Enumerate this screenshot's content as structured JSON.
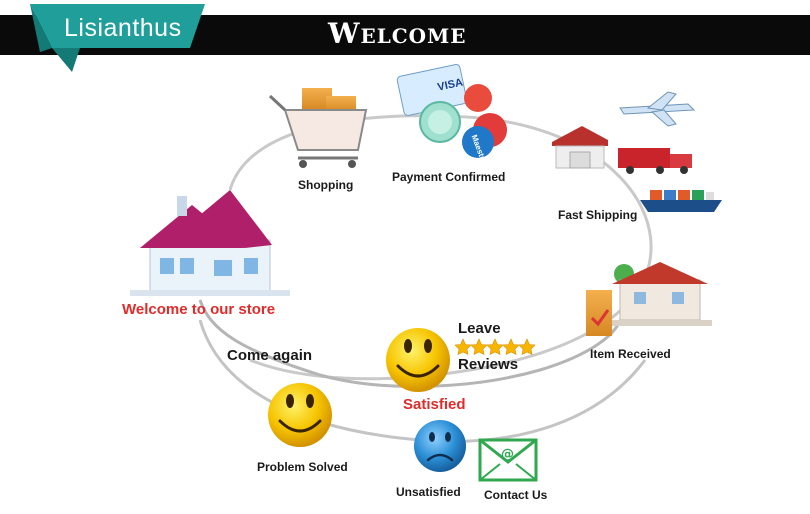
{
  "brand": {
    "name": "Lisianthus",
    "color": "#1f9e9a"
  },
  "banner": {
    "title": "Welcome"
  },
  "steps": {
    "shopping": "Shopping",
    "payment": "Payment Confirmed",
    "shipping": "Fast Shipping",
    "received": "Item Received",
    "leave": "Leave",
    "reviews": "Reviews",
    "come_again": "Come again",
    "satisfied": "Satisfied",
    "problem_solved": "Problem Solved",
    "unsatisfied": "Unsatisfied",
    "contact": "Contact Us",
    "store": "Welcome to our store"
  },
  "cards": {
    "visa": "VISA",
    "maestro": "Maestro"
  },
  "colors": {
    "accent_red": "#e0202a",
    "smiley": "#f6c400",
    "sad": "#2b8fd6",
    "mail": "#2fa84f"
  }
}
